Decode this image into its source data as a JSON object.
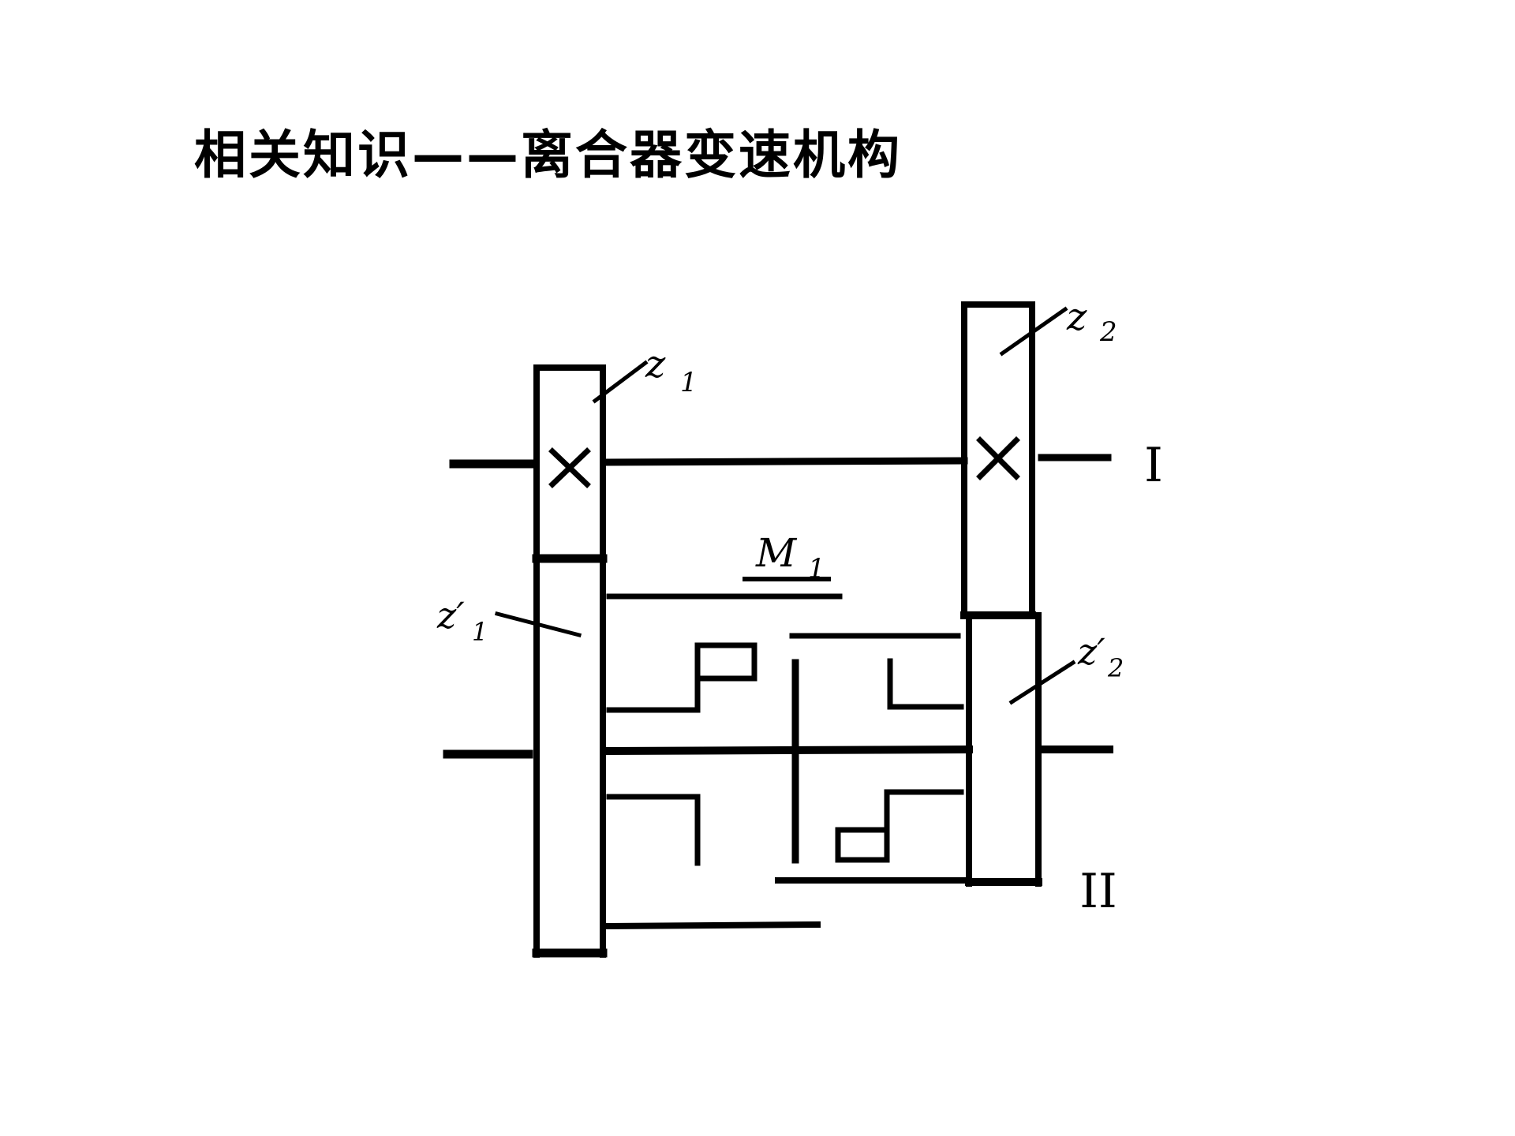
{
  "slide": {
    "title": "相关知识——离合器变速机构"
  },
  "diagram": {
    "labels": {
      "z1": "z",
      "z1_sub": "1",
      "z2": "z",
      "z2_sub": "2",
      "z1_prime": "z′",
      "z1_prime_sub": "1",
      "z2_prime": "z′",
      "z2_prime_sub": "2",
      "m1": "M",
      "m1_sub": "1",
      "shaft_1": "I",
      "shaft_2": "II"
    },
    "stroke_color": "#000000",
    "background_color": "#ffffff"
  }
}
